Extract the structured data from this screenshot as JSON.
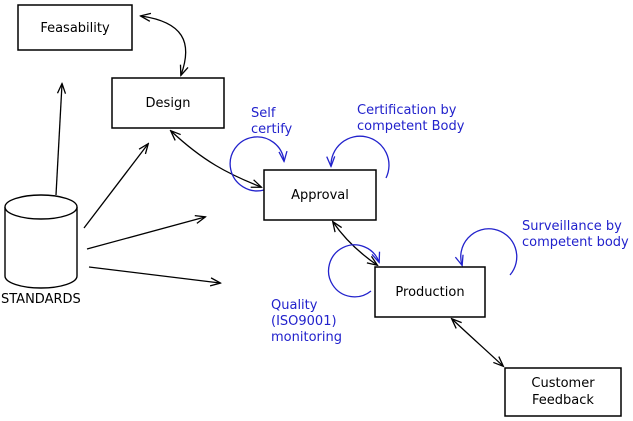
{
  "colors": {
    "line": "#000000",
    "annotation": "#2222cc",
    "box_fill": "#ffffff",
    "box_border": "#000000",
    "text": "#000000"
  },
  "nodes": {
    "feasability": {
      "label": "Feasability"
    },
    "design": {
      "label": "Design"
    },
    "approval": {
      "label": "Approval"
    },
    "production": {
      "label": "Production"
    },
    "customer_feedback": {
      "line1": "Customer",
      "line2": "Feedback"
    },
    "standards": {
      "label": "STANDARDS"
    }
  },
  "annotations": {
    "self_certify": {
      "line1": "Self",
      "line2": "certify"
    },
    "certification": {
      "line1": "Certification by",
      "line2": "competent Body"
    },
    "surveillance": {
      "line1": "Surveillance by",
      "line2": "competent body"
    },
    "quality": {
      "line1": "Quality",
      "line2": "(ISO9001)",
      "line3": "monitoring"
    }
  }
}
